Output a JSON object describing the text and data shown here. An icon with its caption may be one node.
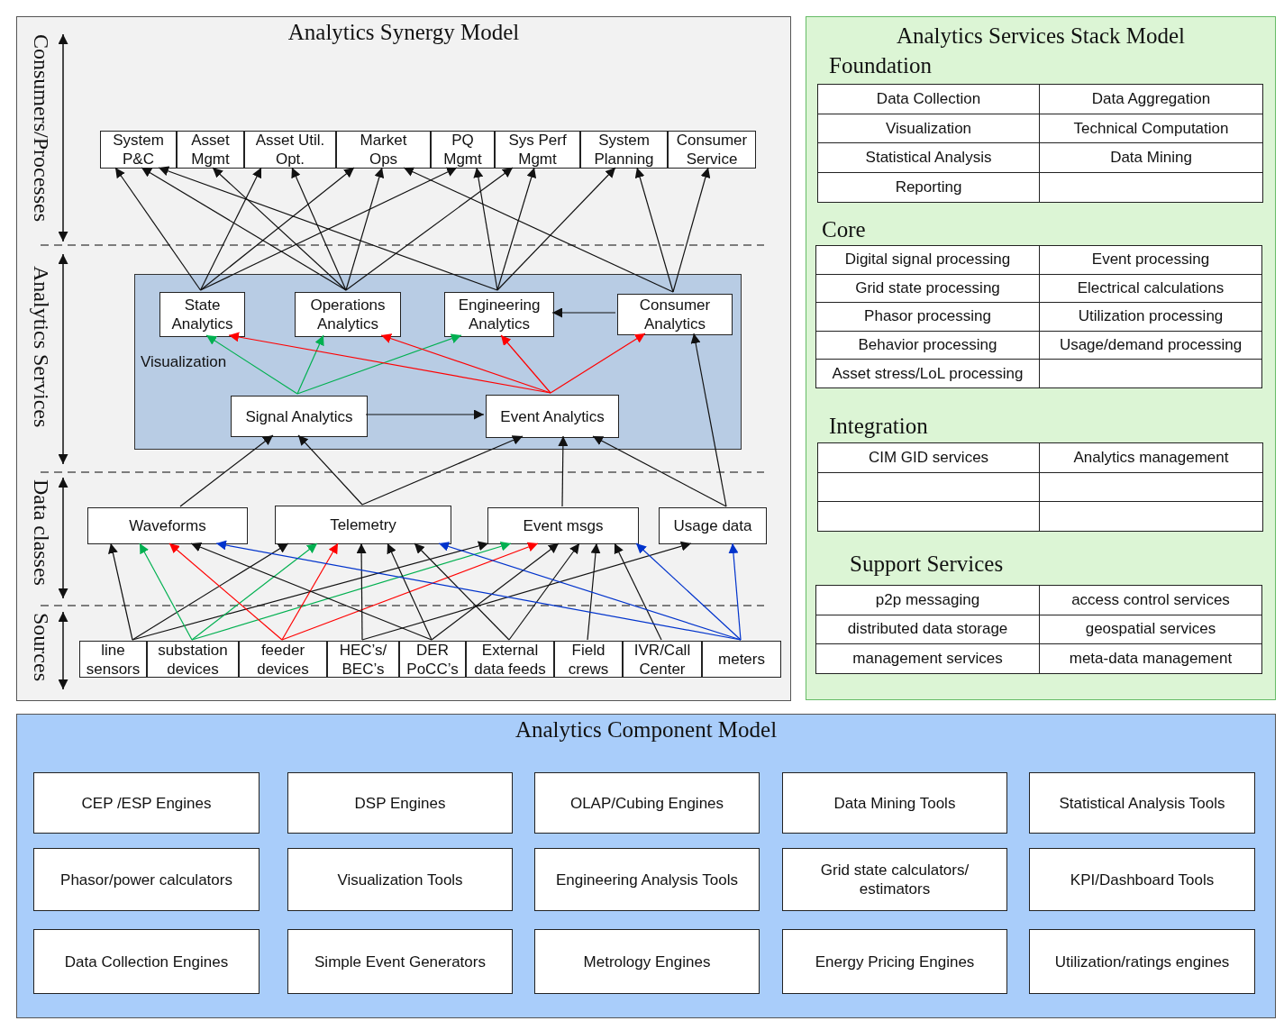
{
  "diagram": {
    "nodes": [
      {
        "text": [
          "Analytics Synergy Model"
        ]
      },
      {
        "text": [
          "System P&C"
        ],
        "in": 0
      },
      {
        "text": [
          "Asset Mgmt"
        ],
        "in": 0
      },
      {
        "text": [
          "Asset Util. Opt."
        ],
        "in": 0
      },
      {
        "text": [
          "Market Ops"
        ],
        "in": 0
      },
      {
        "text": [
          "PQ Mgmt"
        ],
        "in": 0
      },
      {
        "text": [
          "Sys Perf Mgmt"
        ],
        "in": 0
      },
      {
        "text": [
          "System Planning"
        ],
        "in": 0
      },
      {
        "text": [
          "Consumer Service"
        ],
        "in": 0
      },
      {
        "text": [
          "Visualization"
        ],
        "in": 0
      },
      {
        "text": [
          "State Analytics"
        ],
        "in": 9
      },
      {
        "text": [
          "Operations Analytics"
        ],
        "in": 9
      },
      {
        "text": [
          "Engineering Analytics"
        ],
        "in": 9
      },
      {
        "text": [
          "Consumer Analytics"
        ],
        "in": 9
      },
      {
        "text": [
          "Signal Analytics"
        ],
        "in": 9
      },
      {
        "text": [
          "Event Analytics"
        ],
        "in": 9
      },
      {
        "text": [
          "Waveforms"
        ],
        "in": 0
      },
      {
        "text": [
          "Telemetry"
        ],
        "in": 0
      },
      {
        "text": [
          "Event msgs"
        ],
        "in": 0
      },
      {
        "text": [
          "Usage data"
        ],
        "in": 0
      },
      {
        "text": [
          "line sensors"
        ],
        "in": 0
      },
      {
        "text": [
          "substation devices"
        ],
        "in": 0
      },
      {
        "text": [
          "feeder devices"
        ],
        "in": 0
      },
      {
        "text": [
          "HEC’s/ BEC’s"
        ],
        "in": 0
      },
      {
        "text": [
          "DER PoCC’s"
        ],
        "in": 0
      },
      {
        "text": [
          "External data feeds"
        ],
        "in": 0
      },
      {
        "text": [
          "Field crews"
        ],
        "in": 0
      },
      {
        "text": [
          "IVR/Call Center"
        ],
        "in": 0
      },
      {
        "text": [
          "meters"
        ],
        "in": 0
      },
      {
        "text": [
          "Analytics Services Stack Model"
        ]
      },
      {
        "text": [
          "Analytics Component Model"
        ]
      },
      {
        "text": [
          "CEP /ESP Engines"
        ],
        "in": 30
      },
      {
        "text": [
          "DSP Engines"
        ],
        "in": 30
      },
      {
        "text": [
          "OLAP/Cubing Engines"
        ],
        "in": 30
      },
      {
        "text": [
          "Data Mining Tools"
        ],
        "in": 30
      },
      {
        "text": [
          "Statistical Analysis Tools"
        ],
        "in": 30
      },
      {
        "text": [
          "Phasor/power calculators"
        ],
        "in": 30
      },
      {
        "text": [
          "Visualization Tools"
        ],
        "in": 30
      },
      {
        "text": [
          "Engineering Analysis Tools"
        ],
        "in": 30
      },
      {
        "text": [
          "Grid state calculators/ estimators"
        ],
        "in": 30
      },
      {
        "text": [
          "KPI/Dashboard Tools"
        ],
        "in": 30
      },
      {
        "text": [
          "Data Collection Engines"
        ],
        "in": 30
      },
      {
        "text": [
          "Simple Event Generators"
        ],
        "in": 30
      },
      {
        "text": [
          "Metrology Engines"
        ],
        "in": 30
      },
      {
        "text": [
          "Energy Pricing Engines"
        ],
        "in": 30
      },
      {
        "text": [
          "Utilization/ratings engines"
        ],
        "in": 30
      }
    ],
    "edges": [
      {
        "from": 10,
        "to": 1,
        "arrow": "to"
      },
      {
        "from": 10,
        "to": 3,
        "arrow": "to"
      },
      {
        "from": 10,
        "to": 4,
        "arrow": "to"
      },
      {
        "from": 10,
        "to": 5,
        "arrow": "to"
      },
      {
        "from": 11,
        "to": 1,
        "arrow": "to"
      },
      {
        "from": 11,
        "to": 2,
        "arrow": "to"
      },
      {
        "from": 11,
        "to": 3,
        "arrow": "to"
      },
      {
        "from": 11,
        "to": 4,
        "arrow": "to"
      },
      {
        "from": 11,
        "to": 6,
        "arrow": "to"
      },
      {
        "from": 12,
        "to": 1,
        "arrow": "to"
      },
      {
        "from": 12,
        "to": 5,
        "arrow": "to"
      },
      {
        "from": 12,
        "to": 6,
        "arrow": "to"
      },
      {
        "from": 12,
        "to": 7,
        "arrow": "to"
      },
      {
        "from": 13,
        "to": 4,
        "arrow": "to"
      },
      {
        "from": 13,
        "to": 7,
        "arrow": "to"
      },
      {
        "from": 13,
        "to": 8,
        "arrow": "to"
      },
      {
        "from": 13,
        "to": 12,
        "arrow": "to"
      },
      {
        "from": 14,
        "to": 10,
        "arrow": "to",
        "color": "#00b050"
      },
      {
        "from": 14,
        "to": 11,
        "arrow": "to",
        "color": "#00b050"
      },
      {
        "from": 14,
        "to": 12,
        "arrow": "to",
        "color": "#00b050"
      },
      {
        "from": 15,
        "to": 10,
        "arrow": "to",
        "color": "#ff0000"
      },
      {
        "from": 15,
        "to": 11,
        "arrow": "to",
        "color": "#ff0000"
      },
      {
        "from": 15,
        "to": 12,
        "arrow": "to",
        "color": "#ff0000"
      },
      {
        "from": 15,
        "to": 13,
        "arrow": "to",
        "color": "#ff0000"
      },
      {
        "from": 14,
        "to": 15,
        "arrow": "to"
      },
      {
        "from": 16,
        "to": 14,
        "arrow": "to"
      },
      {
        "from": 17,
        "to": 14,
        "arrow": "to"
      },
      {
        "from": 17,
        "to": 15,
        "arrow": "to"
      },
      {
        "from": 18,
        "to": 15,
        "arrow": "to"
      },
      {
        "from": 19,
        "to": 15,
        "arrow": "to"
      },
      {
        "from": 19,
        "to": 13,
        "arrow": "to"
      },
      {
        "from": 20,
        "to": 16,
        "arrow": "to"
      },
      {
        "from": 20,
        "to": 17,
        "arrow": "to"
      },
      {
        "from": 20,
        "to": 18,
        "arrow": "to"
      },
      {
        "from": 21,
        "to": 16,
        "arrow": "to",
        "color": "#00b050"
      },
      {
        "from": 21,
        "to": 17,
        "arrow": "to",
        "color": "#00b050"
      },
      {
        "from": 21,
        "to": 18,
        "arrow": "to",
        "color": "#00b050"
      },
      {
        "from": 22,
        "to": 16,
        "arrow": "to",
        "color": "#ff0000"
      },
      {
        "from": 22,
        "to": 17,
        "arrow": "to",
        "color": "#ff0000"
      },
      {
        "from": 22,
        "to": 18,
        "arrow": "to",
        "color": "#ff0000"
      },
      {
        "from": 23,
        "to": 17,
        "arrow": "to"
      },
      {
        "from": 23,
        "to": 19,
        "arrow": "to"
      },
      {
        "from": 24,
        "to": 16,
        "arrow": "to"
      },
      {
        "from": 24,
        "to": 17,
        "arrow": "to"
      },
      {
        "from": 24,
        "to": 18,
        "arrow": "to"
      },
      {
        "from": 25,
        "to": 17,
        "arrow": "to"
      },
      {
        "from": 25,
        "to": 18,
        "arrow": "to"
      },
      {
        "from": 26,
        "to": 18,
        "arrow": "to"
      },
      {
        "from": 27,
        "to": 18,
        "arrow": "to"
      },
      {
        "from": 28,
        "to": 16,
        "arrow": "to",
        "color": "#0033cc"
      },
      {
        "from": 28,
        "to": 17,
        "arrow": "to",
        "color": "#0033cc"
      },
      {
        "from": 28,
        "to": 18,
        "arrow": "to",
        "color": "#0033cc"
      },
      {
        "from": 28,
        "to": 19,
        "arrow": "to",
        "color": "#0033cc"
      }
    ],
    "labels": [
      "Consumers/Processes",
      "Analytics Services",
      "Data classes",
      "Sources",
      "Foundation",
      "Data Collection",
      "Data Aggregation",
      "Visualization",
      "Technical Computation",
      "Statistical Analysis",
      "Data Mining",
      "Reporting",
      "Core",
      "Digital signal processing",
      "Event processing",
      "Grid state processing",
      "Electrical calculations",
      "Phasor processing",
      "Utilization processing",
      "Behavior processing",
      "Usage/demand processing",
      "Asset stress/LoL processing",
      "Integration",
      "CIM GID services",
      "Analytics management",
      "Support Services",
      "p2p messaging",
      "access control services",
      "distributed data storage",
      "geospatial services",
      "management services",
      "meta-data management"
    ]
  }
}
